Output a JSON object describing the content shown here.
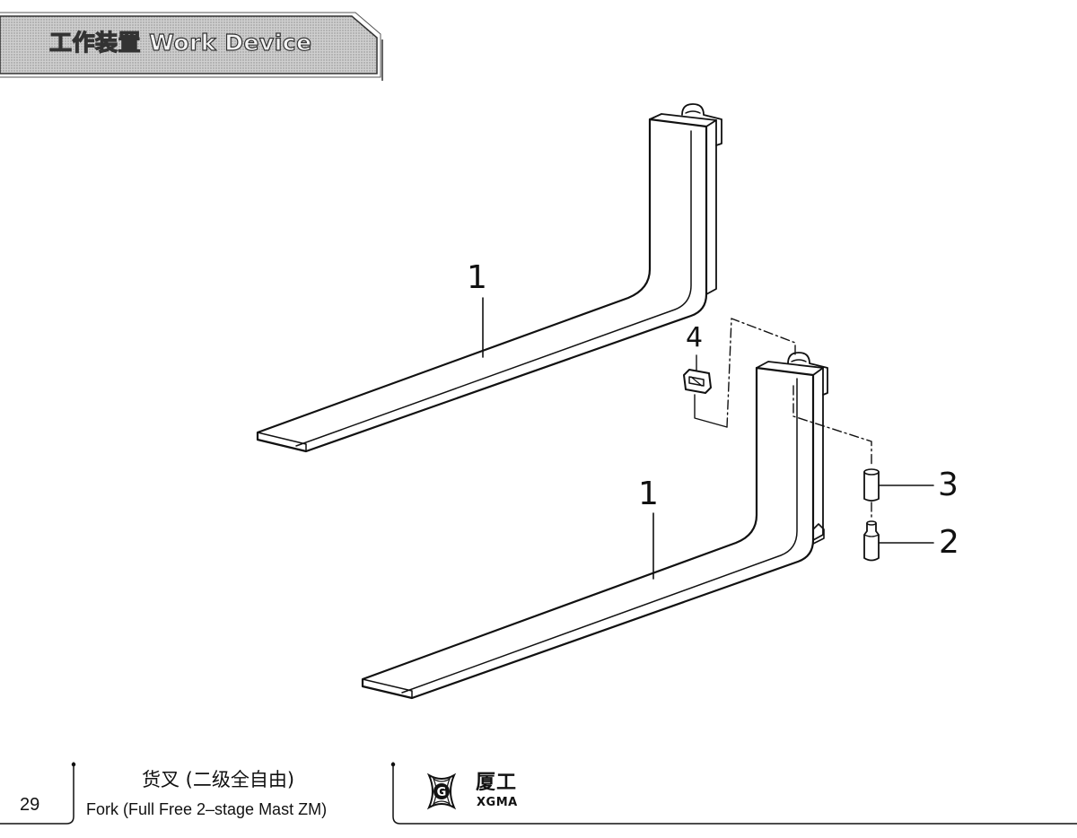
{
  "header": {
    "title": "工作装置 Work Device"
  },
  "callouts": {
    "fork_upper": "1",
    "fork_lower": "1",
    "item_4": "4",
    "item_3": "3",
    "item_2": "2"
  },
  "footer": {
    "page_number": "29",
    "caption_zh": "货叉 (二级全自由)",
    "caption_en": "Fork (Full Free 2–stage Mast ZM)",
    "brand_zh": "厦工",
    "brand_en": "XGMA"
  }
}
